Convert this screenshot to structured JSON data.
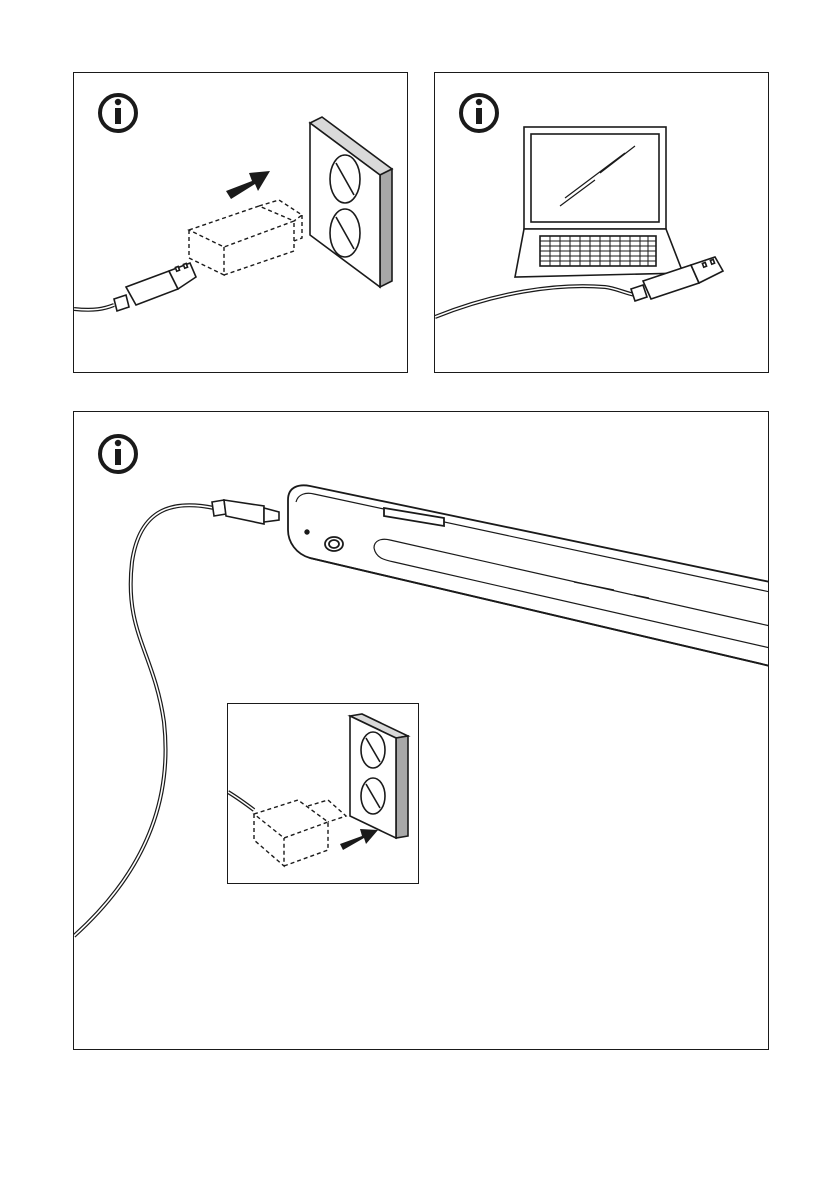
{
  "panels": [
    {
      "id": "plug-into-wall-socket",
      "icon": "info-icon"
    },
    {
      "id": "plug-into-laptop",
      "icon": "info-icon"
    },
    {
      "id": "connect-cable-to-lamp",
      "icon": "info-icon",
      "inset": "plug-adapter-into-socket"
    }
  ],
  "colors": {
    "line": "#1a1a1a",
    "fill": "#ffffff",
    "shade": "#d9d9d9"
  }
}
